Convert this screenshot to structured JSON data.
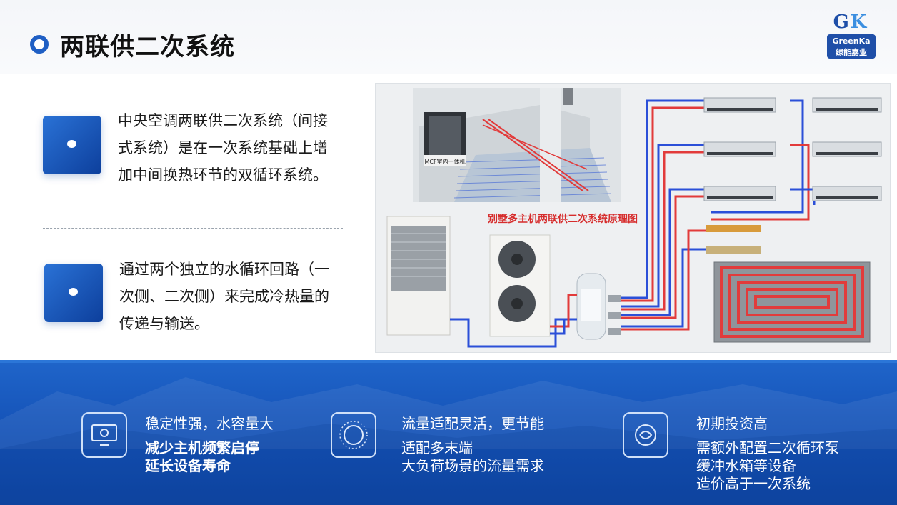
{
  "header": {
    "title": "两联供二次系统"
  },
  "logo": {
    "mark_g": "G",
    "mark_k": "K",
    "english": "GreenKa",
    "chinese": "绿能嘉业"
  },
  "points": [
    {
      "lines": [
        "中央空调两联供二次系统（间接",
        "式系统）是在一次系统基础上增",
        "加中间换热环节的双循环系统。"
      ]
    },
    {
      "lines": [
        "通过两个独立的水循环回路（一",
        "次侧、二次侧）来完成冷热量的",
        "传递与输送。"
      ]
    }
  ],
  "diagram": {
    "caption": "别墅多主机两联供二次系统原理图",
    "cabinet_label": "MCF室内一体机"
  },
  "features": [
    {
      "icon": "monitor-gear-icon",
      "title": "稳定性强，水容量大",
      "lines": [
        "减少主机频繁启停",
        "延长设备寿命"
      ]
    },
    {
      "icon": "sun-dial-icon",
      "title": "流量适配灵活，更节能",
      "lines": [
        "适配多末端",
        "大负荷场景的流量需求"
      ]
    },
    {
      "icon": "brain-gear-icon",
      "title": "初期投资高",
      "lines": [
        "需额外配置二次循环泵",
        "缓冲水箱等设备",
        "造价高于一次系统"
      ]
    }
  ],
  "colors": {
    "brand_blue": "#1f5fc4",
    "band_blue": "#1553b8",
    "pipe_red": "#e23b3b",
    "pipe_blue": "#2b4fd8"
  }
}
